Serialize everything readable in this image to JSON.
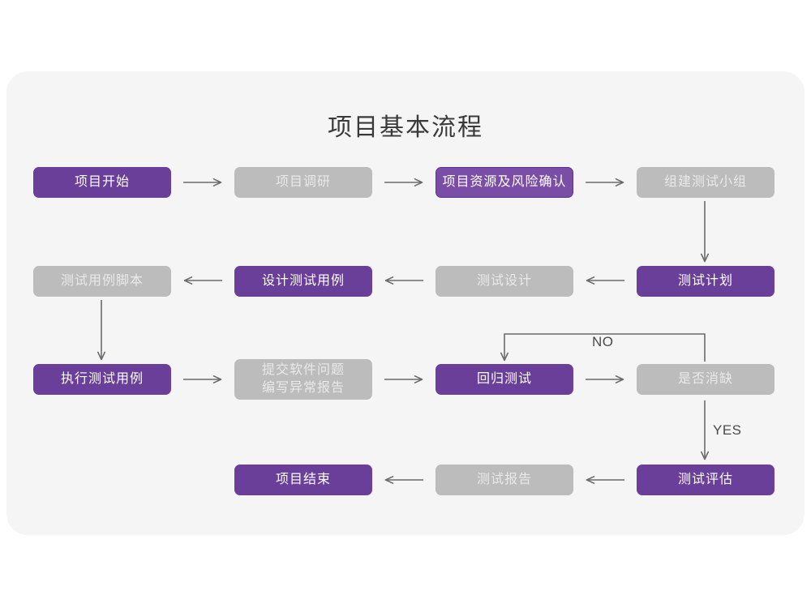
{
  "card": {
    "background_color": "#f5f5f5",
    "page_background_color": "#ffffff"
  },
  "title": "项目基本流程",
  "colors": {
    "purple": "#6a3f99",
    "purple_outline_fill": "#7a4ea6",
    "purple_outline_border": "#5d3588",
    "gray": "#bcbcbc",
    "gray_text": "#e9e9e9",
    "connector": "#6b6b6b",
    "title_text": "#3a3a3a"
  },
  "chart_data": {
    "type": "diagram",
    "title": "项目基本流程",
    "nodes": [
      {
        "id": "n1",
        "label": "项目开始",
        "style": "purple",
        "row": 1,
        "col": 1
      },
      {
        "id": "n2",
        "label": "项目调研",
        "style": "gray",
        "row": 1,
        "col": 2
      },
      {
        "id": "n3",
        "label": "项目资源及风险确认",
        "style": "purple-outline",
        "row": 1,
        "col": 3
      },
      {
        "id": "n4",
        "label": "组建测试小组",
        "style": "gray",
        "row": 1,
        "col": 4
      },
      {
        "id": "n5",
        "label": "测试计划",
        "style": "purple",
        "row": 2,
        "col": 4
      },
      {
        "id": "n6",
        "label": "测试设计",
        "style": "gray",
        "row": 2,
        "col": 3
      },
      {
        "id": "n7",
        "label": "设计测试用例",
        "style": "purple",
        "row": 2,
        "col": 2
      },
      {
        "id": "n8",
        "label": "测试用例脚本",
        "style": "gray",
        "row": 2,
        "col": 1
      },
      {
        "id": "n9",
        "label": "执行测试用例",
        "style": "purple",
        "row": 3,
        "col": 1
      },
      {
        "id": "n10",
        "label": "提交软件问题\n编写异常报告",
        "style": "gray",
        "row": 3,
        "col": 2
      },
      {
        "id": "n11",
        "label": "回归测试",
        "style": "purple",
        "row": 3,
        "col": 3
      },
      {
        "id": "n12",
        "label": "是否消缺",
        "style": "gray",
        "row": 3,
        "col": 4
      },
      {
        "id": "n13",
        "label": "测试评估",
        "style": "purple",
        "row": 4,
        "col": 4
      },
      {
        "id": "n14",
        "label": "测试报告",
        "style": "gray",
        "row": 4,
        "col": 3
      },
      {
        "id": "n15",
        "label": "项目结束",
        "style": "purple",
        "row": 4,
        "col": 2
      }
    ],
    "edges": [
      {
        "from": "n1",
        "to": "n2",
        "label": "",
        "direction": "right"
      },
      {
        "from": "n2",
        "to": "n3",
        "label": "",
        "direction": "right"
      },
      {
        "from": "n3",
        "to": "n4",
        "label": "",
        "direction": "right"
      },
      {
        "from": "n4",
        "to": "n5",
        "label": "",
        "direction": "down"
      },
      {
        "from": "n5",
        "to": "n6",
        "label": "",
        "direction": "left"
      },
      {
        "from": "n6",
        "to": "n7",
        "label": "",
        "direction": "left"
      },
      {
        "from": "n7",
        "to": "n8",
        "label": "",
        "direction": "left"
      },
      {
        "from": "n8",
        "to": "n9",
        "label": "",
        "direction": "down"
      },
      {
        "from": "n9",
        "to": "n10",
        "label": "",
        "direction": "right"
      },
      {
        "from": "n10",
        "to": "n11",
        "label": "",
        "direction": "right"
      },
      {
        "from": "n11",
        "to": "n12",
        "label": "",
        "direction": "right"
      },
      {
        "from": "n12",
        "to": "n11",
        "label": "NO",
        "direction": "loop-up-left-down"
      },
      {
        "from": "n12",
        "to": "n13",
        "label": "YES",
        "direction": "down"
      },
      {
        "from": "n13",
        "to": "n14",
        "label": "",
        "direction": "left"
      },
      {
        "from": "n14",
        "to": "n15",
        "label": "",
        "direction": "left"
      }
    ],
    "edge_labels": [
      {
        "id": "lbl-no",
        "text": "NO"
      },
      {
        "id": "lbl-yes",
        "text": "YES"
      }
    ]
  }
}
